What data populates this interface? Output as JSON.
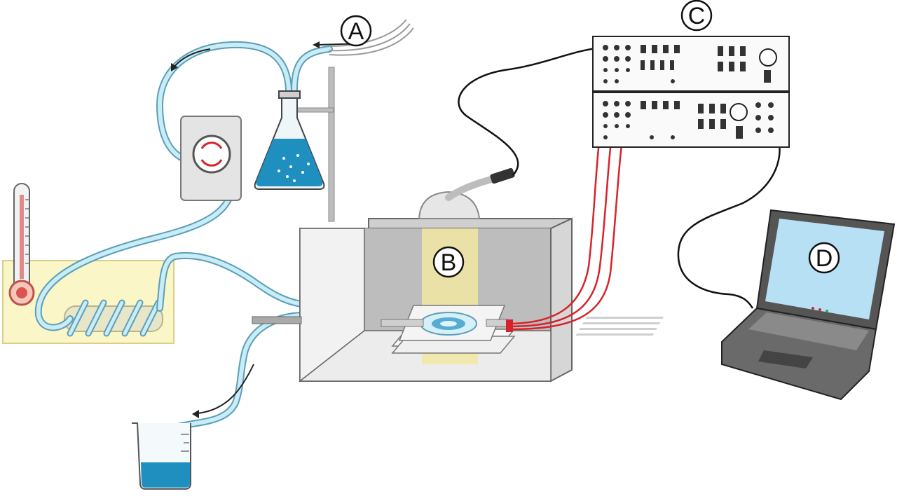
{
  "labels": {
    "a": "A",
    "b": "B",
    "c": "C",
    "d": "D"
  },
  "colors": {
    "tube": "#9fd3e6",
    "tube_outline": "#5a9fb8",
    "liquid": "#1f8fc0",
    "cable": "#111111",
    "electrode_wire": "#d6232a",
    "light_beam": "#f2e7a2",
    "water_bath": "#fbf6c8",
    "chamber": "#d9d9d9"
  },
  "icons": [
    "gas-inlet-icon",
    "erlenmeyer-flask-icon",
    "peristaltic-pump-icon",
    "thermometer-icon",
    "heating-coil-icon",
    "beaker-icon",
    "recording-chamber-icon",
    "light-source-icon",
    "amplifier-icon",
    "laptop-icon"
  ]
}
